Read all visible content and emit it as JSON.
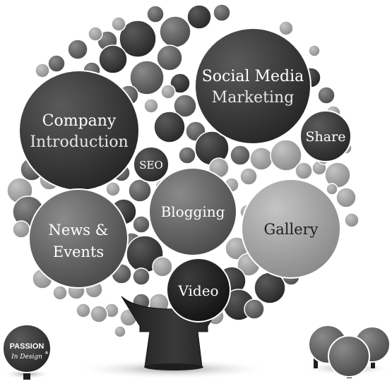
{
  "nodes": {
    "company": {
      "line1": "Company",
      "line2": "Introduction"
    },
    "social": {
      "line1": "Social Media",
      "line2": "Marketing"
    },
    "share": {
      "label": "Share"
    },
    "seo": {
      "label": "SEO"
    },
    "blogging": {
      "label": "Blogging"
    },
    "gallery": {
      "label": "Gallery"
    },
    "news": {
      "line1": "News &",
      "line2": "Events"
    },
    "video": {
      "label": "Video"
    }
  },
  "logo": {
    "line1": "PASSION",
    "line2": "In Design",
    "registered": "®"
  },
  "colors": {
    "dark": "#3a3a3a",
    "darker": "#1f1f1f",
    "mid": "#5e5e5e",
    "light": "#8e8e8e",
    "pale": "#b9b9b9"
  }
}
